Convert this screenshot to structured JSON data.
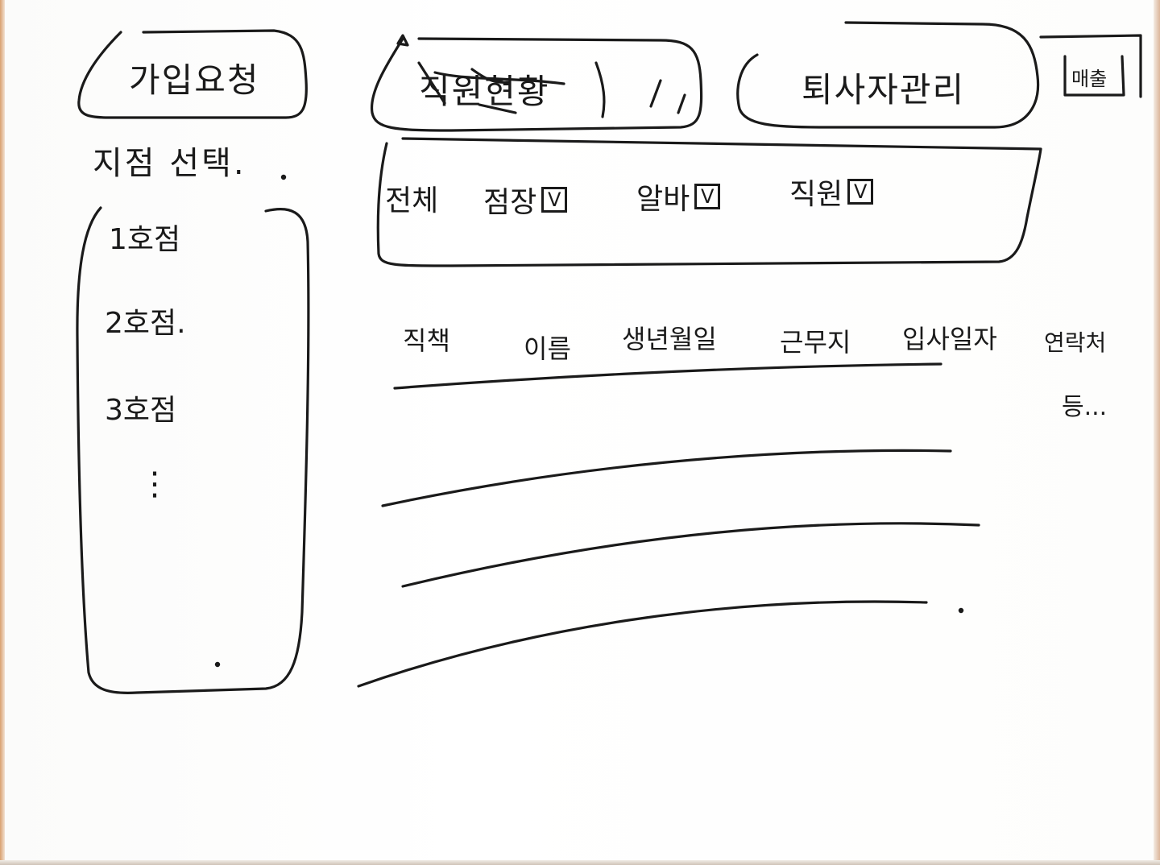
{
  "tabs": {
    "signup": "가입요청",
    "employee_status": "직원현황",
    "resignation": "퇴사자관리",
    "sales": "매출"
  },
  "branch_select": {
    "title": "지점 선택.",
    "items": [
      "1호점",
      "2호점.",
      "3호점"
    ],
    "more": "⋮"
  },
  "filter": {
    "label": "전체",
    "options": [
      {
        "label": "점장",
        "checked": "V"
      },
      {
        "label": "알바",
        "checked": "V"
      },
      {
        "label": "직원",
        "checked": "V"
      }
    ]
  },
  "table": {
    "columns": [
      "직책",
      "이름",
      "생년월일",
      "근무지",
      "입사일자",
      "연락처"
    ],
    "more": "등..."
  }
}
